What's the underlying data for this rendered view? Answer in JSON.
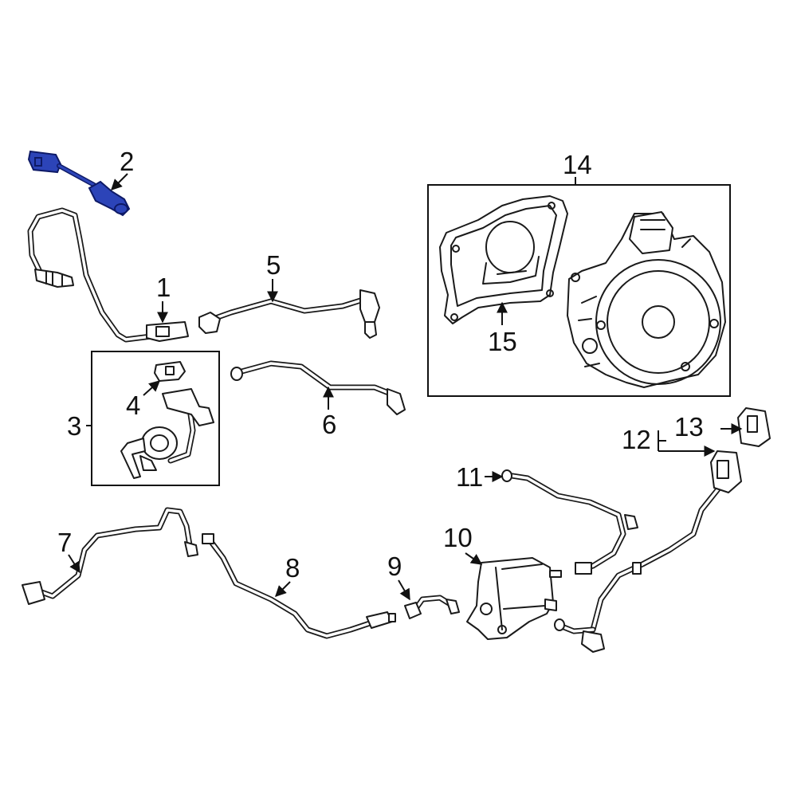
{
  "colors": {
    "line": "#1a1a1a",
    "highlight": "#2c44b8",
    "background": "#ffffff"
  },
  "callouts": {
    "c1": "1",
    "c2": "2",
    "c3": "3",
    "c4": "4",
    "c5": "5",
    "c6": "6",
    "c7": "7",
    "c8": "8",
    "c9": "9",
    "c10": "10",
    "c11": "11",
    "c12": "12",
    "c13": "13",
    "c14": "14",
    "c15": "15"
  },
  "highlighted_part": "2"
}
